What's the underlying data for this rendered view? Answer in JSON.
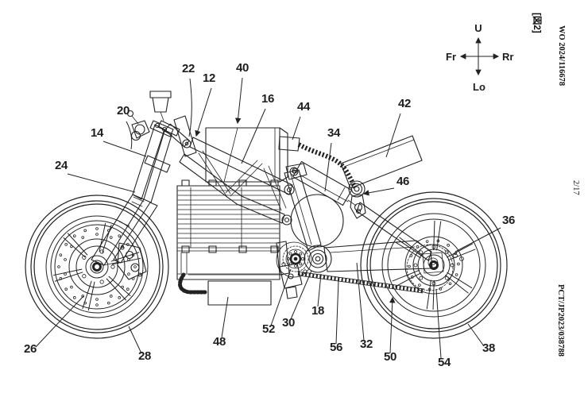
{
  "page": {
    "background": "#ffffff",
    "ink": "#222222"
  },
  "drawing": {
    "figure_label": "[図2]"
  },
  "margin": {
    "publication_number": "WO 2024/116678",
    "sheet_number": "2/17",
    "application_number": "PCT/JP2023/038788"
  },
  "compass": {
    "up_label": "U",
    "down_label": "Lo",
    "front_label": "Fr",
    "rear_label": "Rr"
  },
  "reference_numerals": {
    "r12": "12",
    "r14": "14",
    "r16": "16",
    "r18": "18",
    "r20": "20",
    "r22": "22",
    "r24": "24",
    "r26": "26",
    "r28": "28",
    "r30": "30",
    "r32": "32",
    "r34": "34",
    "r36": "36",
    "r38": "38",
    "r40": "40",
    "r42": "42",
    "r44": "44",
    "r46": "46",
    "r48": "48",
    "r50": "50",
    "r52": "52",
    "r54": "54",
    "r56": "56"
  }
}
